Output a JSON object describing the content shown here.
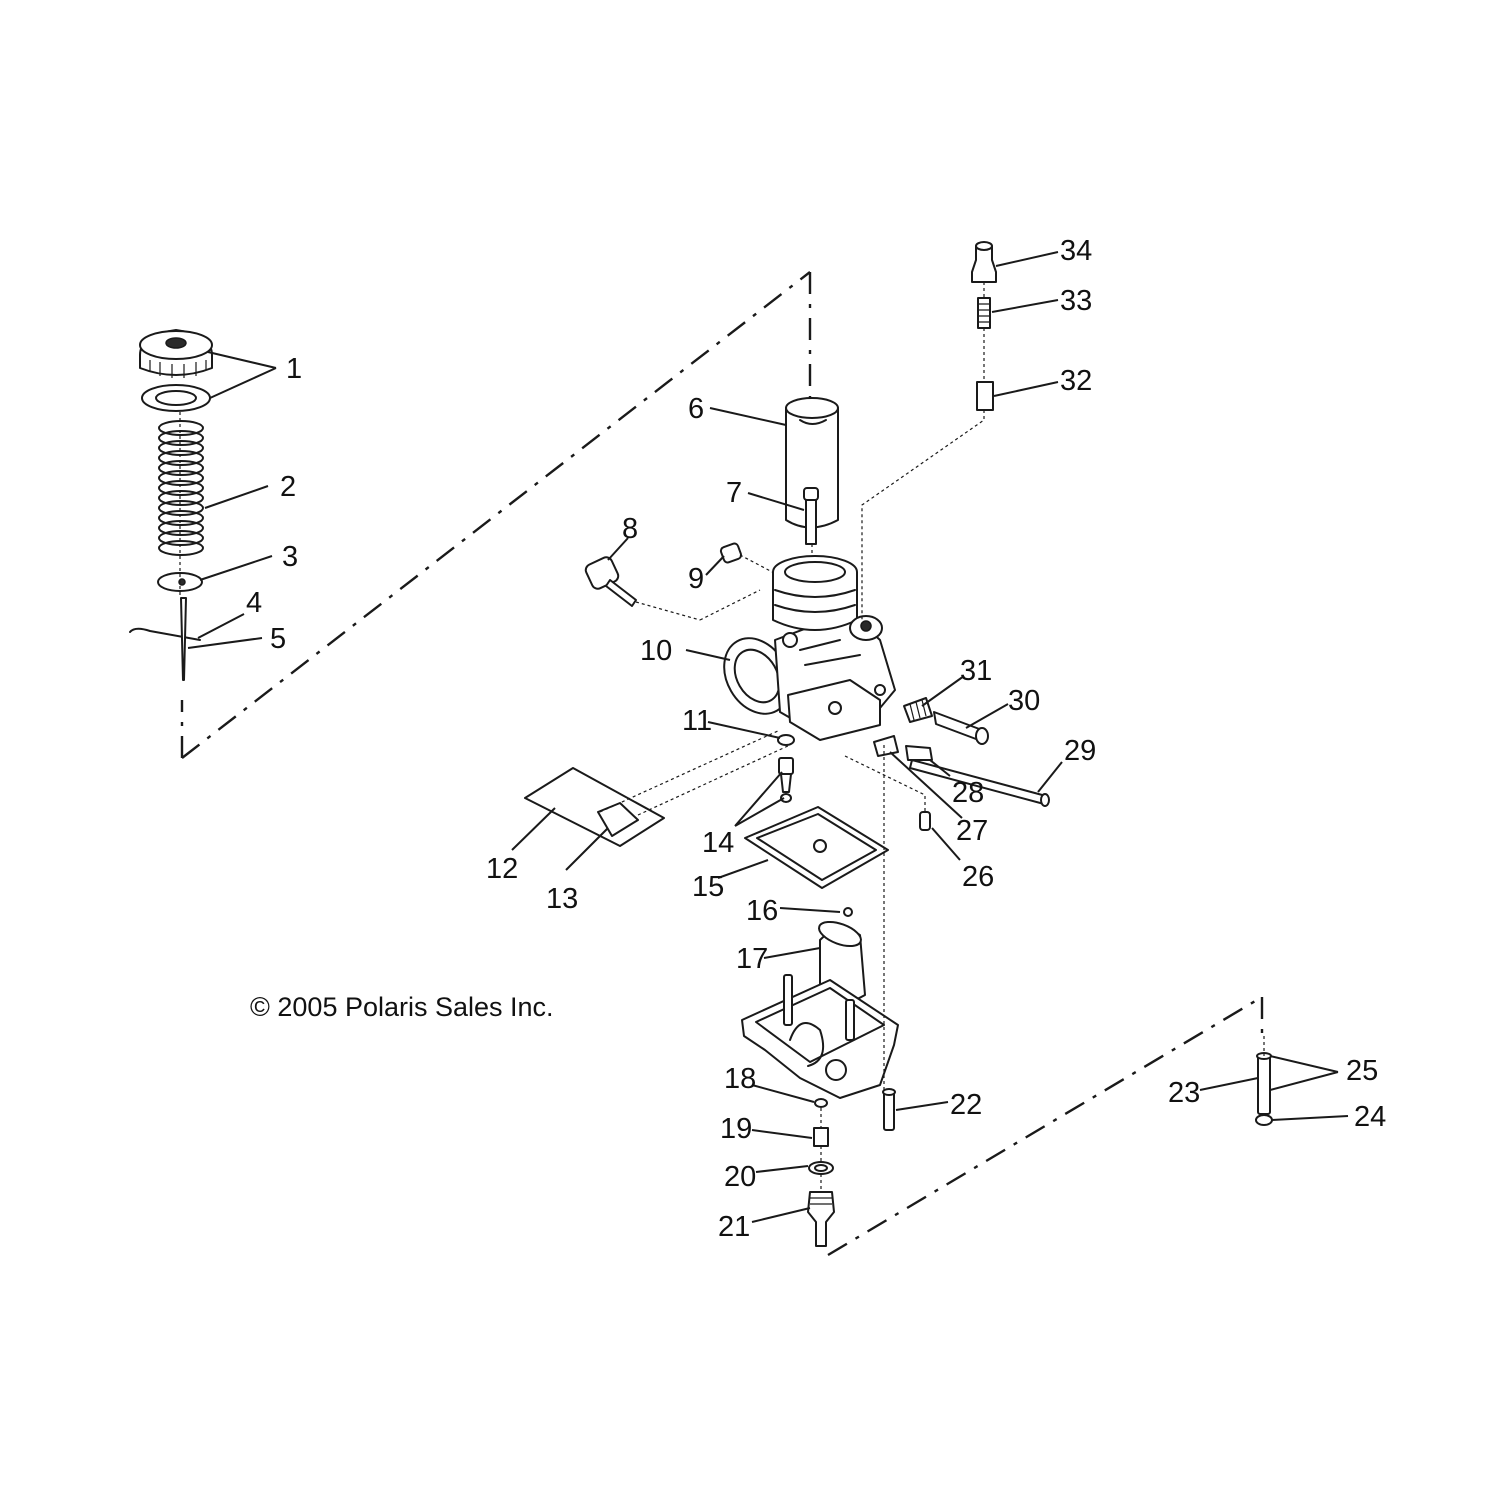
{
  "diagram": {
    "copyright": "© 2005 Polaris Sales Inc.",
    "callouts": [
      "1",
      "2",
      "3",
      "4",
      "5",
      "6",
      "7",
      "8",
      "9",
      "10",
      "11",
      "12",
      "13",
      "14",
      "15",
      "16",
      "17",
      "18",
      "19",
      "20",
      "21",
      "22",
      "23",
      "24",
      "25",
      "26",
      "27",
      "28",
      "29",
      "30",
      "31",
      "32",
      "33",
      "34"
    ]
  }
}
